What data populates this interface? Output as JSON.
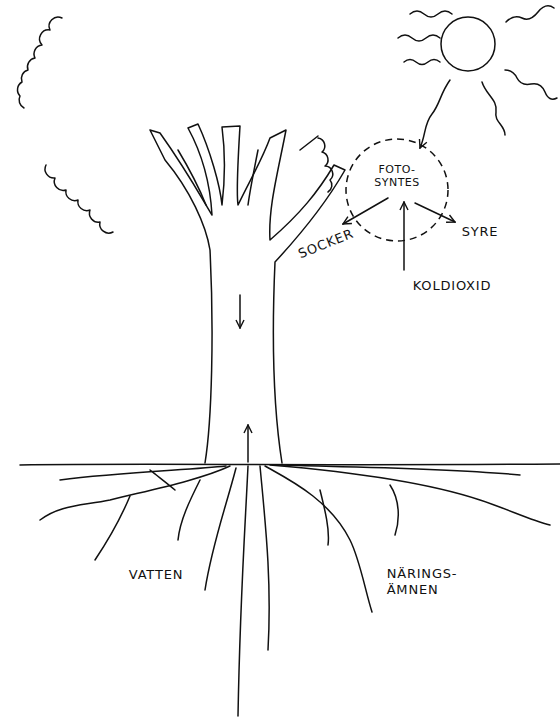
{
  "diagram": {
    "nodes": [
      {
        "text": [
          "FOTO- SYNTES"
        ]
      }
    ],
    "labels": [
      "SOCKER",
      "SYRE",
      "KOLDIOXID",
      "VATTEN",
      "NÄRINGS- ÄMNEN"
    ]
  }
}
